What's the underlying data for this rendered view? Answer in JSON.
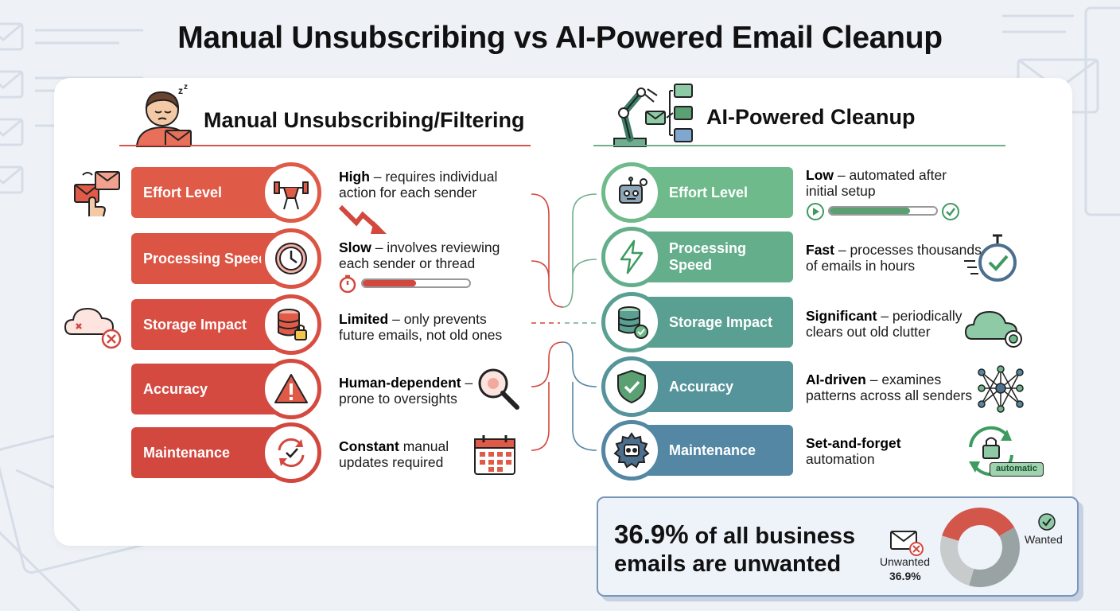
{
  "title": "Manual Unsubscribing vs AI-Powered Email Cleanup",
  "manual": {
    "heading": "Manual Unsubscribing/Filtering",
    "rows": [
      {
        "label": "Effort Level",
        "strong": "High",
        "rest": " – requires individual action for each sender"
      },
      {
        "label": "Processing Speed",
        "strong": "Slow",
        "rest": " – involves reviewing each sender or thread"
      },
      {
        "label": "Storage Impact",
        "strong": "Limited",
        "rest": " – only prevents future emails, not old ones"
      },
      {
        "label": "Accuracy",
        "strong": "Human-dependent",
        "rest": " – prone to oversights"
      },
      {
        "label": "Maintenance",
        "strong": "Constant",
        "rest": " manual updates required"
      }
    ]
  },
  "ai": {
    "heading": "AI-Powered Cleanup",
    "rows": [
      {
        "label": "Effort Level",
        "strong": "Low",
        "rest": " – automated after initial setup"
      },
      {
        "label": "Processing Speed",
        "strong": "Fast",
        "rest": " – processes thousands of emails in hours"
      },
      {
        "label": "Storage Impact",
        "strong": "Significant",
        "rest": " – periodically clears out old clutter"
      },
      {
        "label": "Accuracy",
        "strong": "AI-driven",
        "rest": " – examines patterns across all senders"
      },
      {
        "label": "Maintenance",
        "strong": "Set-and-forget",
        "rest": " automation"
      }
    ],
    "automatic_tag": "automatic"
  },
  "stat": {
    "big": "36.9%",
    "text": " of all business emails are unwanted",
    "unwanted_label": "Unwanted",
    "unwanted_value": "36.9%",
    "wanted_label": "Wanted"
  },
  "chart_data": {
    "type": "pie",
    "categories": [
      "Unwanted",
      "Wanted"
    ],
    "values": [
      36.9,
      63.1
    ]
  },
  "colors": {
    "manual": [
      "#e05a48",
      "#dc5444",
      "#d84e42",
      "#d54a40",
      "#d2473e"
    ],
    "ai": [
      "#6fba8a",
      "#64ae8c",
      "#5aa092",
      "#55949a",
      "#5487a4"
    ],
    "accent_red": "#d9534a",
    "accent_green": "#3f9a60"
  }
}
